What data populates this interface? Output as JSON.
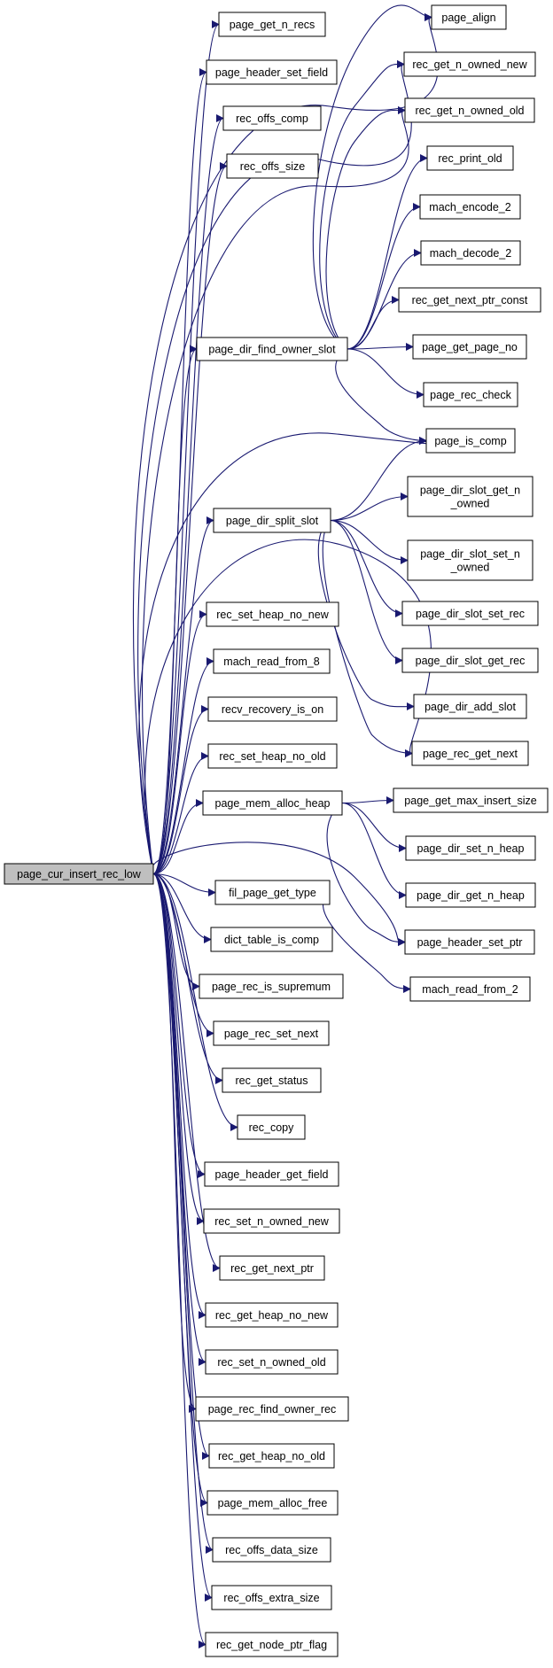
{
  "colors": {
    "edge": "#191970",
    "root_fill": "#bfbfbf",
    "node_fill": "#ffffff",
    "node_border": "#000000",
    "truncated_border": "#ff0000"
  },
  "graph": {
    "root": "page_cur_insert_rec_low",
    "nodes": [
      {
        "id": "page_cur_insert_rec_low",
        "label": "page_cur_insert_rec_low",
        "root": true
      },
      {
        "id": "page_get_n_recs",
        "label": "page_get_n_recs"
      },
      {
        "id": "page_header_set_field",
        "label": "page_header_set_field"
      },
      {
        "id": "rec_offs_comp",
        "label": "rec_offs_comp"
      },
      {
        "id": "rec_offs_size",
        "label": "rec_offs_size"
      },
      {
        "id": "page_dir_find_owner_slot",
        "label": "page_dir_find_owner_slot",
        "truncated": true
      },
      {
        "id": "page_dir_split_slot",
        "label": "page_dir_split_slot"
      },
      {
        "id": "rec_set_heap_no_new",
        "label": "rec_set_heap_no_new"
      },
      {
        "id": "mach_read_from_8",
        "label": "mach_read_from_8"
      },
      {
        "id": "recv_recovery_is_on",
        "label": "recv_recovery_is_on"
      },
      {
        "id": "rec_set_heap_no_old",
        "label": "rec_set_heap_no_old"
      },
      {
        "id": "page_mem_alloc_heap",
        "label": "page_mem_alloc_heap"
      },
      {
        "id": "fil_page_get_type",
        "label": "fil_page_get_type"
      },
      {
        "id": "dict_table_is_comp",
        "label": "dict_table_is_comp"
      },
      {
        "id": "page_rec_is_supremum",
        "label": "page_rec_is_supremum"
      },
      {
        "id": "page_rec_set_next",
        "label": "page_rec_set_next"
      },
      {
        "id": "rec_get_status",
        "label": "rec_get_status"
      },
      {
        "id": "rec_copy",
        "label": "rec_copy"
      },
      {
        "id": "page_header_get_field",
        "label": "page_header_get_field"
      },
      {
        "id": "rec_set_n_owned_new",
        "label": "rec_set_n_owned_new"
      },
      {
        "id": "rec_get_next_ptr",
        "label": "rec_get_next_ptr"
      },
      {
        "id": "rec_get_heap_no_new",
        "label": "rec_get_heap_no_new"
      },
      {
        "id": "rec_set_n_owned_old",
        "label": "rec_set_n_owned_old"
      },
      {
        "id": "page_rec_find_owner_rec",
        "label": "page_rec_find_owner_rec"
      },
      {
        "id": "rec_get_heap_no_old",
        "label": "rec_get_heap_no_old"
      },
      {
        "id": "page_mem_alloc_free",
        "label": "page_mem_alloc_free"
      },
      {
        "id": "rec_offs_data_size",
        "label": "rec_offs_data_size"
      },
      {
        "id": "rec_offs_extra_size",
        "label": "rec_offs_extra_size"
      },
      {
        "id": "rec_get_node_ptr_flag",
        "label": "rec_get_node_ptr_flag"
      },
      {
        "id": "page_align",
        "label": "page_align"
      },
      {
        "id": "rec_get_n_owned_new",
        "label": "rec_get_n_owned_new"
      },
      {
        "id": "rec_get_n_owned_old",
        "label": "rec_get_n_owned_old"
      },
      {
        "id": "rec_print_old",
        "label": "rec_print_old"
      },
      {
        "id": "mach_encode_2",
        "label": "mach_encode_2"
      },
      {
        "id": "mach_decode_2",
        "label": "mach_decode_2"
      },
      {
        "id": "rec_get_next_ptr_const",
        "label": "rec_get_next_ptr_const"
      },
      {
        "id": "page_get_page_no",
        "label": "page_get_page_no"
      },
      {
        "id": "page_rec_check",
        "label": "page_rec_check"
      },
      {
        "id": "page_is_comp",
        "label": "page_is_comp"
      },
      {
        "id": "page_dir_slot_get_n_owned",
        "label": "page_dir_slot_get_n\n_owned"
      },
      {
        "id": "page_dir_slot_set_n_owned",
        "label": "page_dir_slot_set_n\n_owned"
      },
      {
        "id": "page_dir_slot_set_rec",
        "label": "page_dir_slot_set_rec"
      },
      {
        "id": "page_dir_slot_get_rec",
        "label": "page_dir_slot_get_rec"
      },
      {
        "id": "page_dir_add_slot",
        "label": "page_dir_add_slot",
        "truncated": true
      },
      {
        "id": "page_rec_get_next",
        "label": "page_rec_get_next"
      },
      {
        "id": "page_get_max_insert_size",
        "label": "page_get_max_insert_size"
      },
      {
        "id": "page_dir_set_n_heap",
        "label": "page_dir_set_n_heap"
      },
      {
        "id": "page_dir_get_n_heap",
        "label": "page_dir_get_n_heap"
      },
      {
        "id": "page_header_set_ptr",
        "label": "page_header_set_ptr"
      },
      {
        "id": "mach_read_from_2",
        "label": "mach_read_from_2"
      }
    ],
    "edges": [
      [
        "page_cur_insert_rec_low",
        "page_get_n_recs"
      ],
      [
        "page_cur_insert_rec_low",
        "page_header_set_field"
      ],
      [
        "page_cur_insert_rec_low",
        "rec_offs_comp"
      ],
      [
        "page_cur_insert_rec_low",
        "rec_offs_size"
      ],
      [
        "page_cur_insert_rec_low",
        "page_align"
      ],
      [
        "page_cur_insert_rec_low",
        "rec_get_n_owned_new"
      ],
      [
        "page_cur_insert_rec_low",
        "rec_get_n_owned_old"
      ],
      [
        "page_cur_insert_rec_low",
        "page_dir_find_owner_slot"
      ],
      [
        "page_cur_insert_rec_low",
        "page_is_comp"
      ],
      [
        "page_cur_insert_rec_low",
        "page_dir_split_slot"
      ],
      [
        "page_cur_insert_rec_low",
        "page_rec_get_next"
      ],
      [
        "page_cur_insert_rec_low",
        "rec_set_heap_no_new"
      ],
      [
        "page_cur_insert_rec_low",
        "mach_read_from_8"
      ],
      [
        "page_cur_insert_rec_low",
        "recv_recovery_is_on"
      ],
      [
        "page_cur_insert_rec_low",
        "rec_set_heap_no_old"
      ],
      [
        "page_cur_insert_rec_low",
        "page_mem_alloc_heap"
      ],
      [
        "page_cur_insert_rec_low",
        "page_header_set_ptr"
      ],
      [
        "page_cur_insert_rec_low",
        "fil_page_get_type"
      ],
      [
        "page_cur_insert_rec_low",
        "dict_table_is_comp"
      ],
      [
        "page_cur_insert_rec_low",
        "page_rec_is_supremum"
      ],
      [
        "page_cur_insert_rec_low",
        "page_rec_set_next"
      ],
      [
        "page_cur_insert_rec_low",
        "rec_get_status"
      ],
      [
        "page_cur_insert_rec_low",
        "rec_copy"
      ],
      [
        "page_cur_insert_rec_low",
        "page_header_get_field"
      ],
      [
        "page_cur_insert_rec_low",
        "rec_set_n_owned_new"
      ],
      [
        "page_cur_insert_rec_low",
        "rec_get_next_ptr"
      ],
      [
        "page_cur_insert_rec_low",
        "rec_get_heap_no_new"
      ],
      [
        "page_cur_insert_rec_low",
        "rec_set_n_owned_old"
      ],
      [
        "page_cur_insert_rec_low",
        "page_rec_find_owner_rec"
      ],
      [
        "page_cur_insert_rec_low",
        "rec_get_heap_no_old"
      ],
      [
        "page_cur_insert_rec_low",
        "page_mem_alloc_free"
      ],
      [
        "page_cur_insert_rec_low",
        "rec_offs_data_size"
      ],
      [
        "page_cur_insert_rec_low",
        "rec_offs_extra_size"
      ],
      [
        "page_cur_insert_rec_low",
        "rec_get_node_ptr_flag"
      ],
      [
        "page_dir_find_owner_slot",
        "page_align"
      ],
      [
        "page_dir_find_owner_slot",
        "rec_get_n_owned_new"
      ],
      [
        "page_dir_find_owner_slot",
        "rec_get_n_owned_old"
      ],
      [
        "page_dir_find_owner_slot",
        "rec_print_old"
      ],
      [
        "page_dir_find_owner_slot",
        "mach_encode_2"
      ],
      [
        "page_dir_find_owner_slot",
        "mach_decode_2"
      ],
      [
        "page_dir_find_owner_slot",
        "rec_get_next_ptr_const"
      ],
      [
        "page_dir_find_owner_slot",
        "page_get_page_no"
      ],
      [
        "page_dir_find_owner_slot",
        "page_rec_check"
      ],
      [
        "page_dir_find_owner_slot",
        "page_is_comp"
      ],
      [
        "page_dir_split_slot",
        "page_is_comp"
      ],
      [
        "page_dir_split_slot",
        "page_dir_slot_get_n_owned"
      ],
      [
        "page_dir_split_slot",
        "page_dir_slot_set_n_owned"
      ],
      [
        "page_dir_split_slot",
        "page_dir_slot_set_rec"
      ],
      [
        "page_dir_split_slot",
        "page_dir_slot_get_rec"
      ],
      [
        "page_dir_split_slot",
        "page_dir_add_slot"
      ],
      [
        "page_dir_split_slot",
        "page_rec_get_next"
      ],
      [
        "page_mem_alloc_heap",
        "page_get_max_insert_size"
      ],
      [
        "page_mem_alloc_heap",
        "page_dir_set_n_heap"
      ],
      [
        "page_mem_alloc_heap",
        "page_dir_get_n_heap"
      ],
      [
        "page_mem_alloc_heap",
        "page_header_set_ptr"
      ],
      [
        "fil_page_get_type",
        "mach_read_from_2"
      ]
    ]
  }
}
